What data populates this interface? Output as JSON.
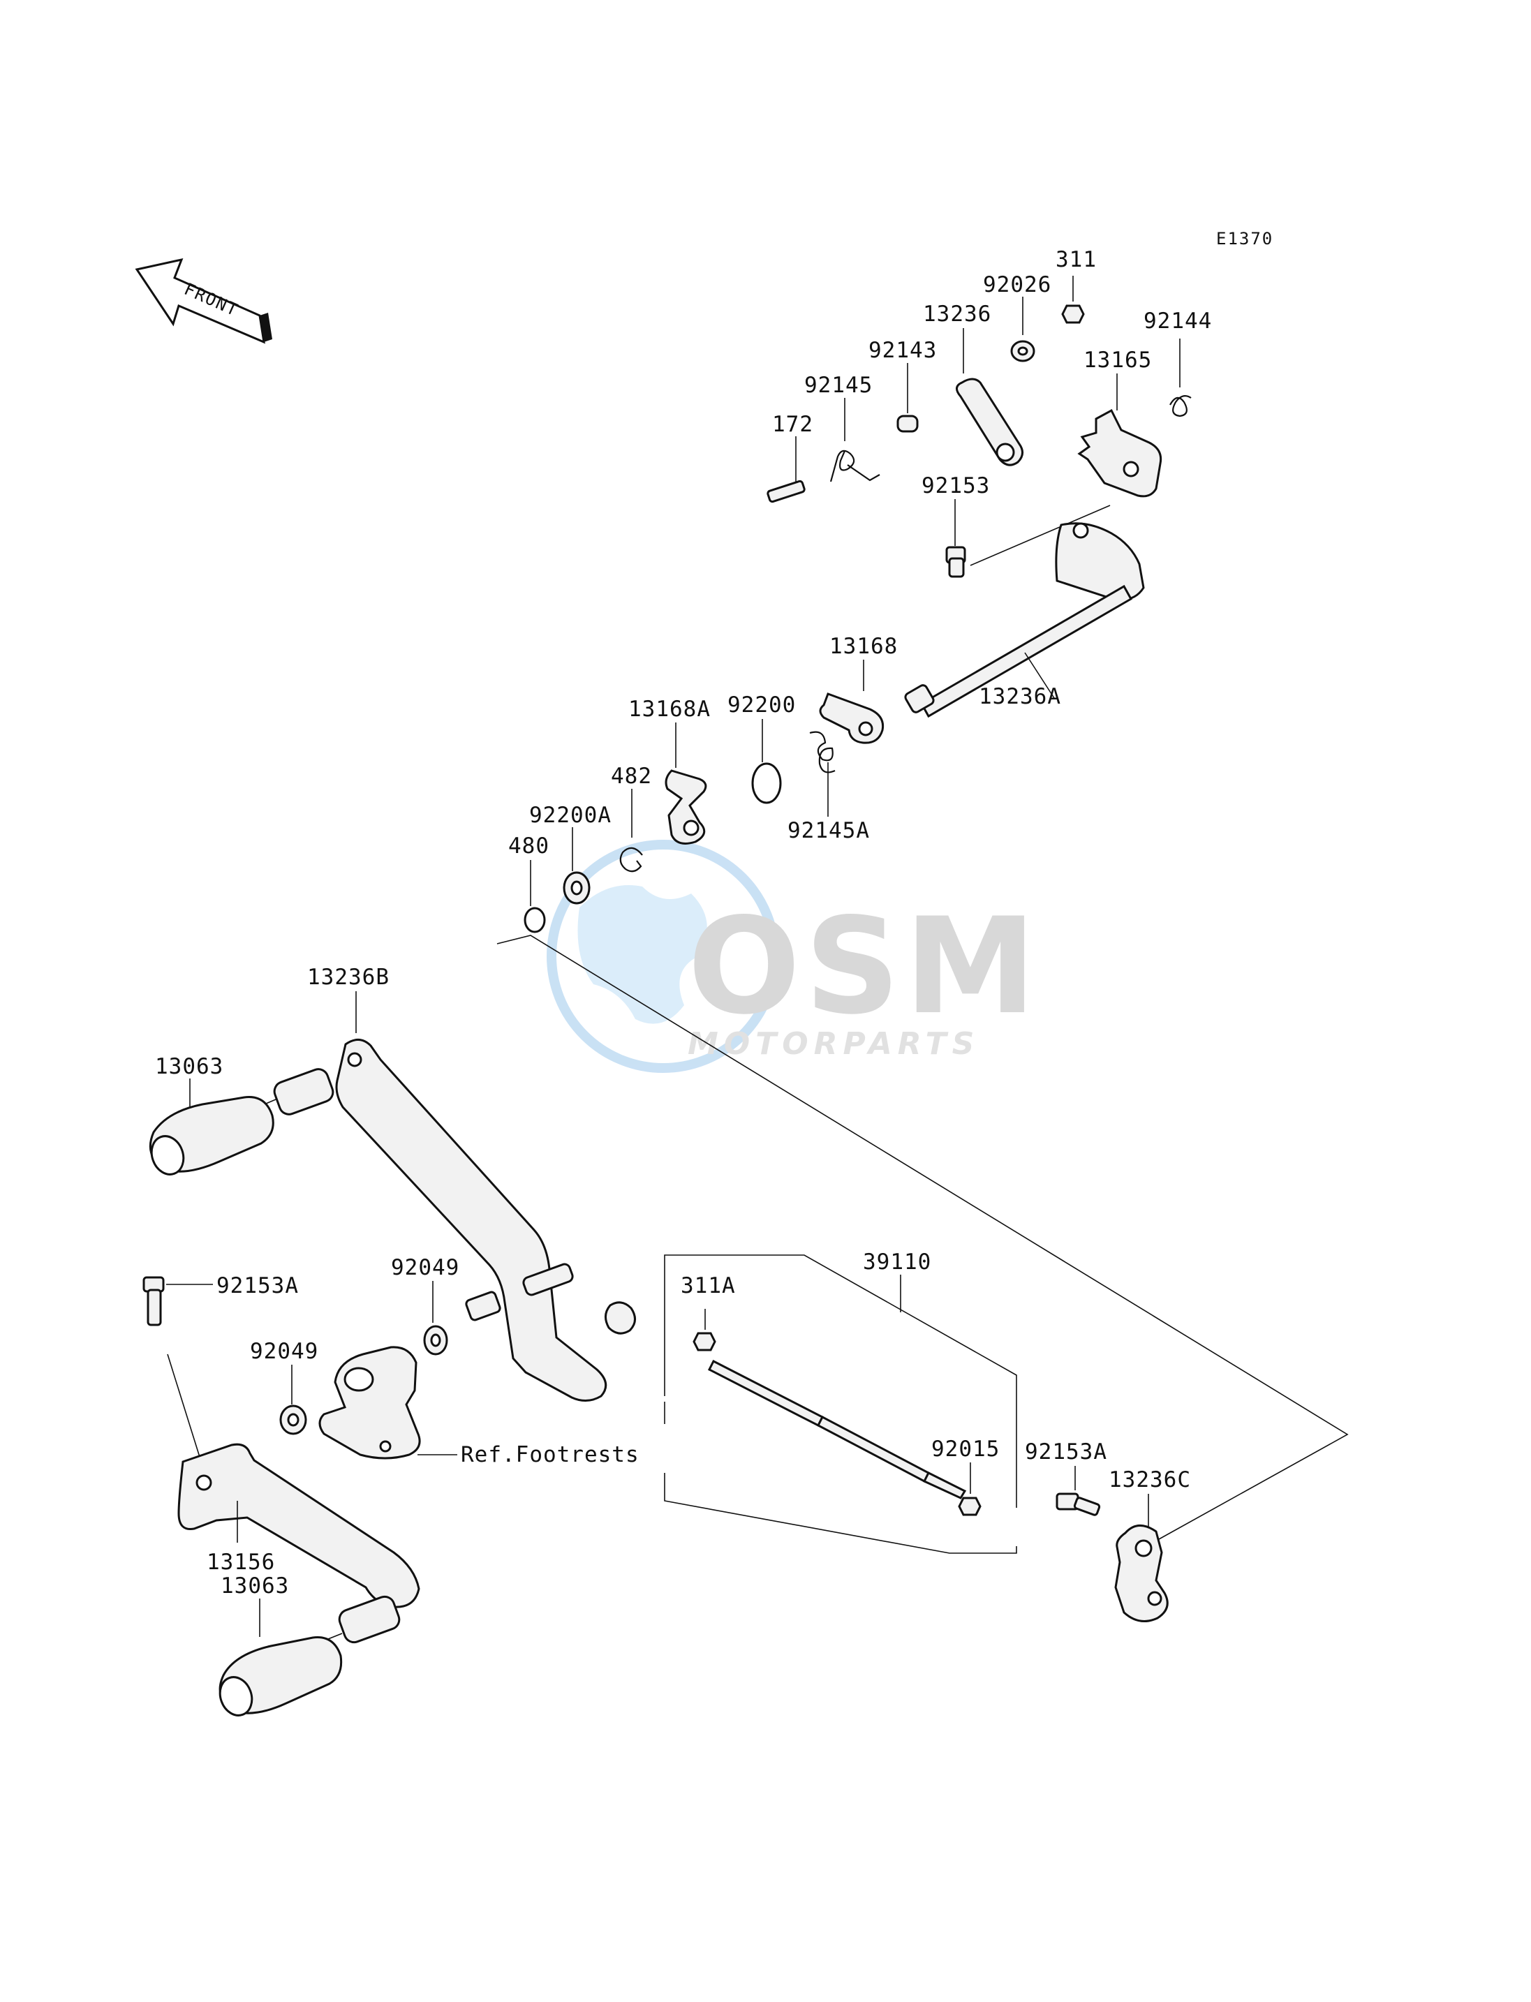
{
  "diagram_code": "E1370",
  "front_arrow_label": "FRONT",
  "watermark": {
    "brand": "OSM",
    "sub": "MOTORPARTS"
  },
  "labels": {
    "p311": "311",
    "p92026": "92026",
    "p92144": "92144",
    "p13236": "13236",
    "p92143": "92143",
    "p13165": "13165",
    "p92145": "92145",
    "p172": "172",
    "p92153": "92153",
    "p13168": "13168",
    "p13236A": "13236A",
    "p13168A": "13168A",
    "p92200": "92200",
    "p482": "482",
    "p92200A": "92200A",
    "p92145A": "92145A",
    "p480": "480",
    "p13236B": "13236B",
    "p13063_top": "13063",
    "p92049_upper": "92049",
    "p311A": "311A",
    "p39110": "39110",
    "p92153A_left": "92153A",
    "p92049_lower": "92049",
    "p92015": "92015",
    "p92153A_right": "92153A",
    "p13236C": "13236C",
    "ref_footrests": "Ref.Footrests",
    "p13156": "13156",
    "p13063_bottom": "13063"
  },
  "colors": {
    "ink": "#111111",
    "watermark_blue": "#9ec9ec",
    "watermark_grey": "#b9b9b9"
  }
}
